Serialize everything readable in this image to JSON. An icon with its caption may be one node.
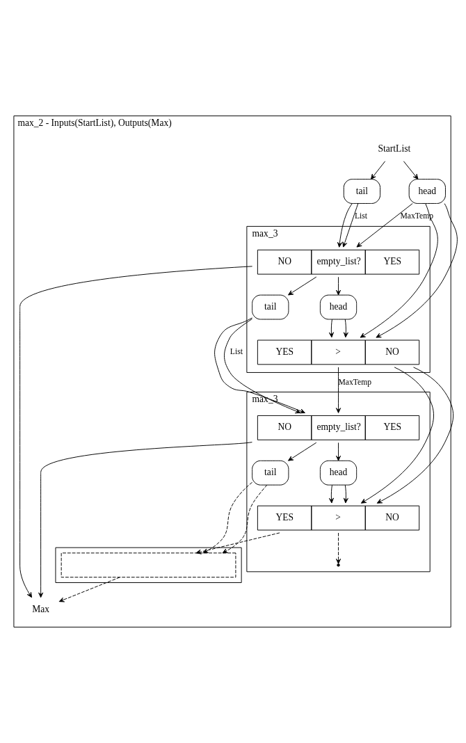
{
  "diagram": {
    "nodes": [
      {
        "text": [
          "max_2 - Inputs(StartList), Outputs(Max)"
        ]
      },
      {
        "text": [
          "StartList"
        ],
        "in": 0
      },
      {
        "text": [
          "tail"
        ],
        "in": 0
      },
      {
        "text": [
          "head"
        ],
        "in": 0
      },
      {
        "text": [
          "Max"
        ],
        "in": 0
      },
      {
        "text": [
          "max_3"
        ],
        "in": 0
      },
      {
        "text": [
          "NO",
          "empty_list?",
          "YES"
        ],
        "in": 5
      },
      {
        "text": [
          "tail"
        ],
        "in": 5
      },
      {
        "text": [
          "head"
        ],
        "in": 5
      },
      {
        "text": [
          "YES",
          ">",
          "NO"
        ],
        "in": 5
      },
      {
        "text": [
          "max_3"
        ],
        "in": 0
      },
      {
        "text": [
          "NO",
          "empty_list?",
          "YES"
        ],
        "in": 10
      },
      {
        "text": [
          "tail"
        ],
        "in": 10
      },
      {
        "text": [
          "head"
        ],
        "in": 10
      },
      {
        "text": [
          "YES",
          ">",
          "NO"
        ],
        "in": 10
      },
      {
        "text": [],
        "shape": "box",
        "in": 0
      },
      {
        "text": [],
        "shape": "box",
        "in": 15
      }
    ],
    "edges": [
      {
        "from": 1,
        "to": 2,
        "arrow": "to"
      },
      {
        "from": 1,
        "to": 3,
        "arrow": "to"
      },
      {
        "from": 2,
        "to": 6,
        "arrow": "to",
        "label": "List"
      },
      {
        "from": 2,
        "to": 6,
        "arrow": "to"
      },
      {
        "from": 3,
        "to": 6,
        "arrow": "to",
        "label": "MaxTemp"
      },
      {
        "from": 3,
        "to": 9,
        "arrow": "to"
      },
      {
        "from": 3,
        "to": 9,
        "arrow": "to"
      },
      {
        "from": 6,
        "to": 4,
        "arrow": "to"
      },
      {
        "from": 6,
        "to": 7,
        "arrow": "to"
      },
      {
        "from": 6,
        "to": 8,
        "arrow": "to"
      },
      {
        "from": 8,
        "to": 9,
        "arrow": "to"
      },
      {
        "from": 8,
        "to": 9,
        "arrow": "to"
      },
      {
        "from": 7,
        "to": 11,
        "arrow": "to",
        "label": "List"
      },
      {
        "from": 7,
        "to": 11,
        "arrow": "to"
      },
      {
        "from": 9,
        "to": 11,
        "arrow": "to",
        "label": "MaxTemp"
      },
      {
        "from": 9,
        "to": 14,
        "arrow": "to"
      },
      {
        "from": 9,
        "to": 14,
        "arrow": "to"
      },
      {
        "from": 11,
        "to": 4,
        "arrow": "to"
      },
      {
        "from": 11,
        "to": 12,
        "arrow": "to"
      },
      {
        "from": 11,
        "to": 13,
        "arrow": "to"
      },
      {
        "from": 13,
        "to": 14,
        "arrow": "to"
      },
      {
        "from": 13,
        "to": 14,
        "arrow": "to"
      },
      {
        "from": 12,
        "to": 16,
        "arrow": "to",
        "style": "dashed"
      },
      {
        "from": 12,
        "to": 16,
        "arrow": "to",
        "style": "dashed"
      },
      {
        "from": 14,
        "to": 16,
        "arrow": "to",
        "style": "dashed"
      },
      {
        "from": 14,
        "to": null,
        "arrow": "to",
        "style": "dashed"
      },
      {
        "from": 16,
        "to": 4,
        "arrow": "to",
        "style": "dashed"
      }
    ]
  }
}
